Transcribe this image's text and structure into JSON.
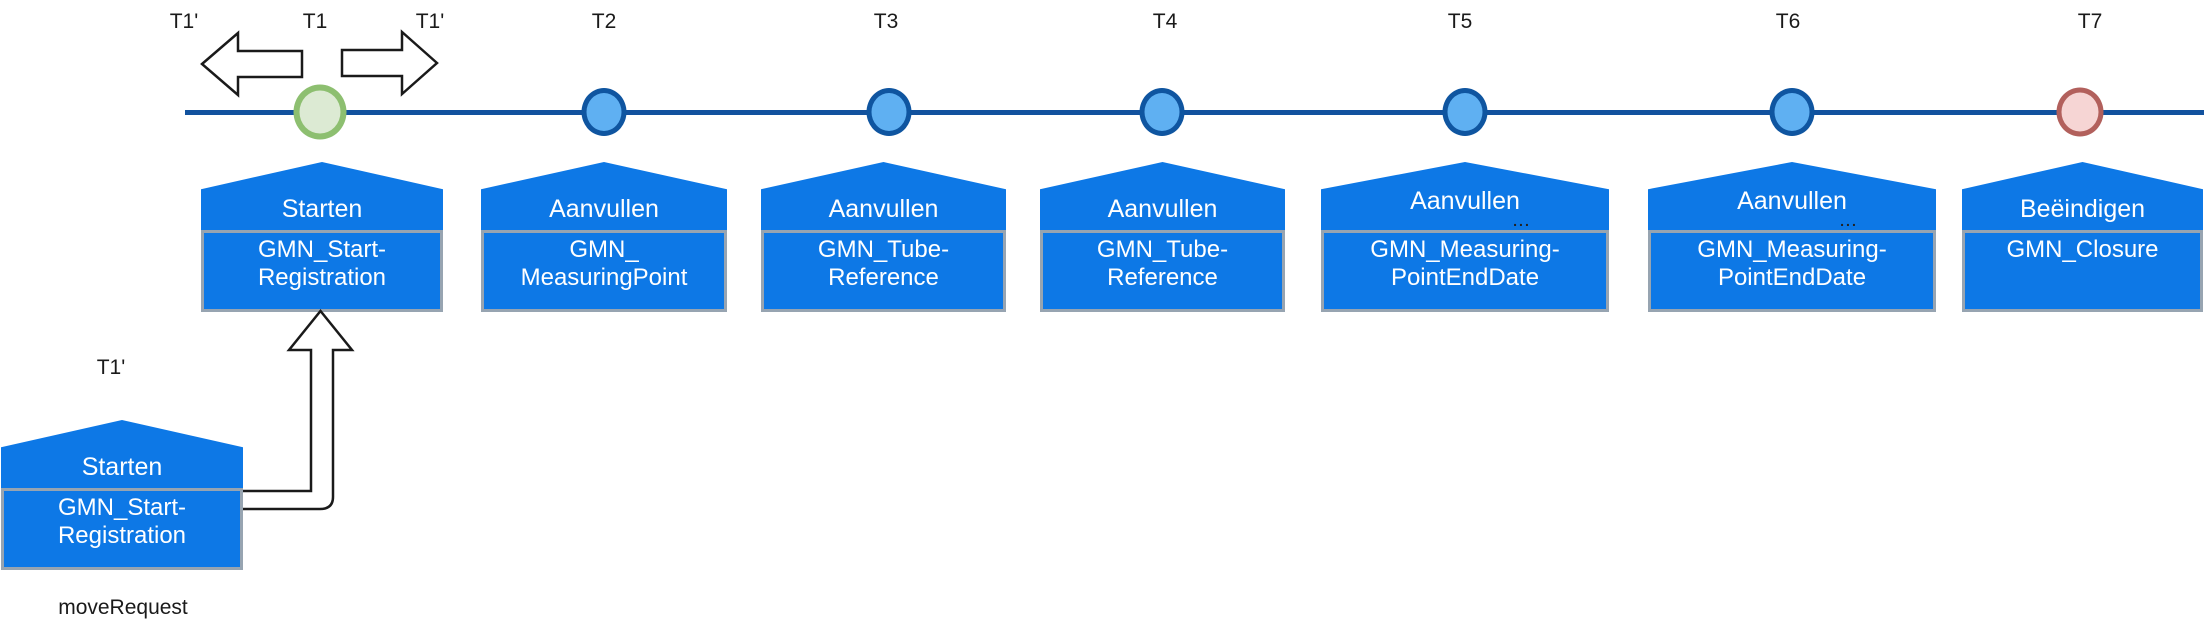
{
  "colors": {
    "background": "#ffffff",
    "timeline_line": "#12529e",
    "node_blue_fill": "#5fb0f2",
    "node_blue_stroke": "#0f55a0",
    "node_green_fill": "#dcead3",
    "node_green_stroke": "#8dbf70",
    "node_red_fill": "#f6d5d4",
    "node_red_stroke": "#b2605c",
    "house_fill": "#0d78e6",
    "house_border": "#97a4b1",
    "house_text": "#ffffff",
    "label_text": "#1a1a1a",
    "arrow_outline": "#1a1a1a"
  },
  "ticks": [
    "T1'",
    "T1",
    "T1'",
    "T2",
    "T3",
    "T4",
    "T5",
    "T6",
    "T7"
  ],
  "nodes": [
    {
      "tick": "T1",
      "color": "green"
    },
    {
      "tick": "T2",
      "color": "blue"
    },
    {
      "tick": "T3",
      "color": "blue"
    },
    {
      "tick": "T4",
      "color": "blue"
    },
    {
      "tick": "T5",
      "color": "blue"
    },
    {
      "tick": "T6",
      "color": "blue"
    },
    {
      "tick": "T7",
      "color": "red"
    }
  ],
  "houses": [
    {
      "action": "Starten",
      "document_lines": [
        "GMN_Start-",
        "Registration"
      ]
    },
    {
      "action": "Aanvullen",
      "document_lines": [
        "GMN_",
        "MeasuringPoint"
      ]
    },
    {
      "action": "Aanvullen",
      "document_lines": [
        "GMN_Tube-",
        "Reference"
      ]
    },
    {
      "action": "Aanvullen",
      "document_lines": [
        "GMN_Tube-",
        "Reference"
      ]
    },
    {
      "action": "Aanvullen",
      "overflow_dots": "...",
      "document_lines": [
        "GMN_Measuring-",
        "PointEndDate"
      ]
    },
    {
      "action": "Aanvullen",
      "overflow_dots": "...",
      "document_lines": [
        "GMN_Measuring-",
        "PointEndDate"
      ]
    },
    {
      "action": "Beëindigen",
      "document_lines": [
        "GMN_Closure"
      ]
    }
  ],
  "move_request": {
    "tick": "T1'",
    "action": "Starten",
    "document_lines": [
      "GMN_Start-",
      "Registration"
    ],
    "caption": "moveRequest"
  },
  "icons": {
    "shift_left": "shift-left-arrow",
    "shift_right": "shift-right-arrow",
    "move": "move-request-elbow-arrow"
  }
}
